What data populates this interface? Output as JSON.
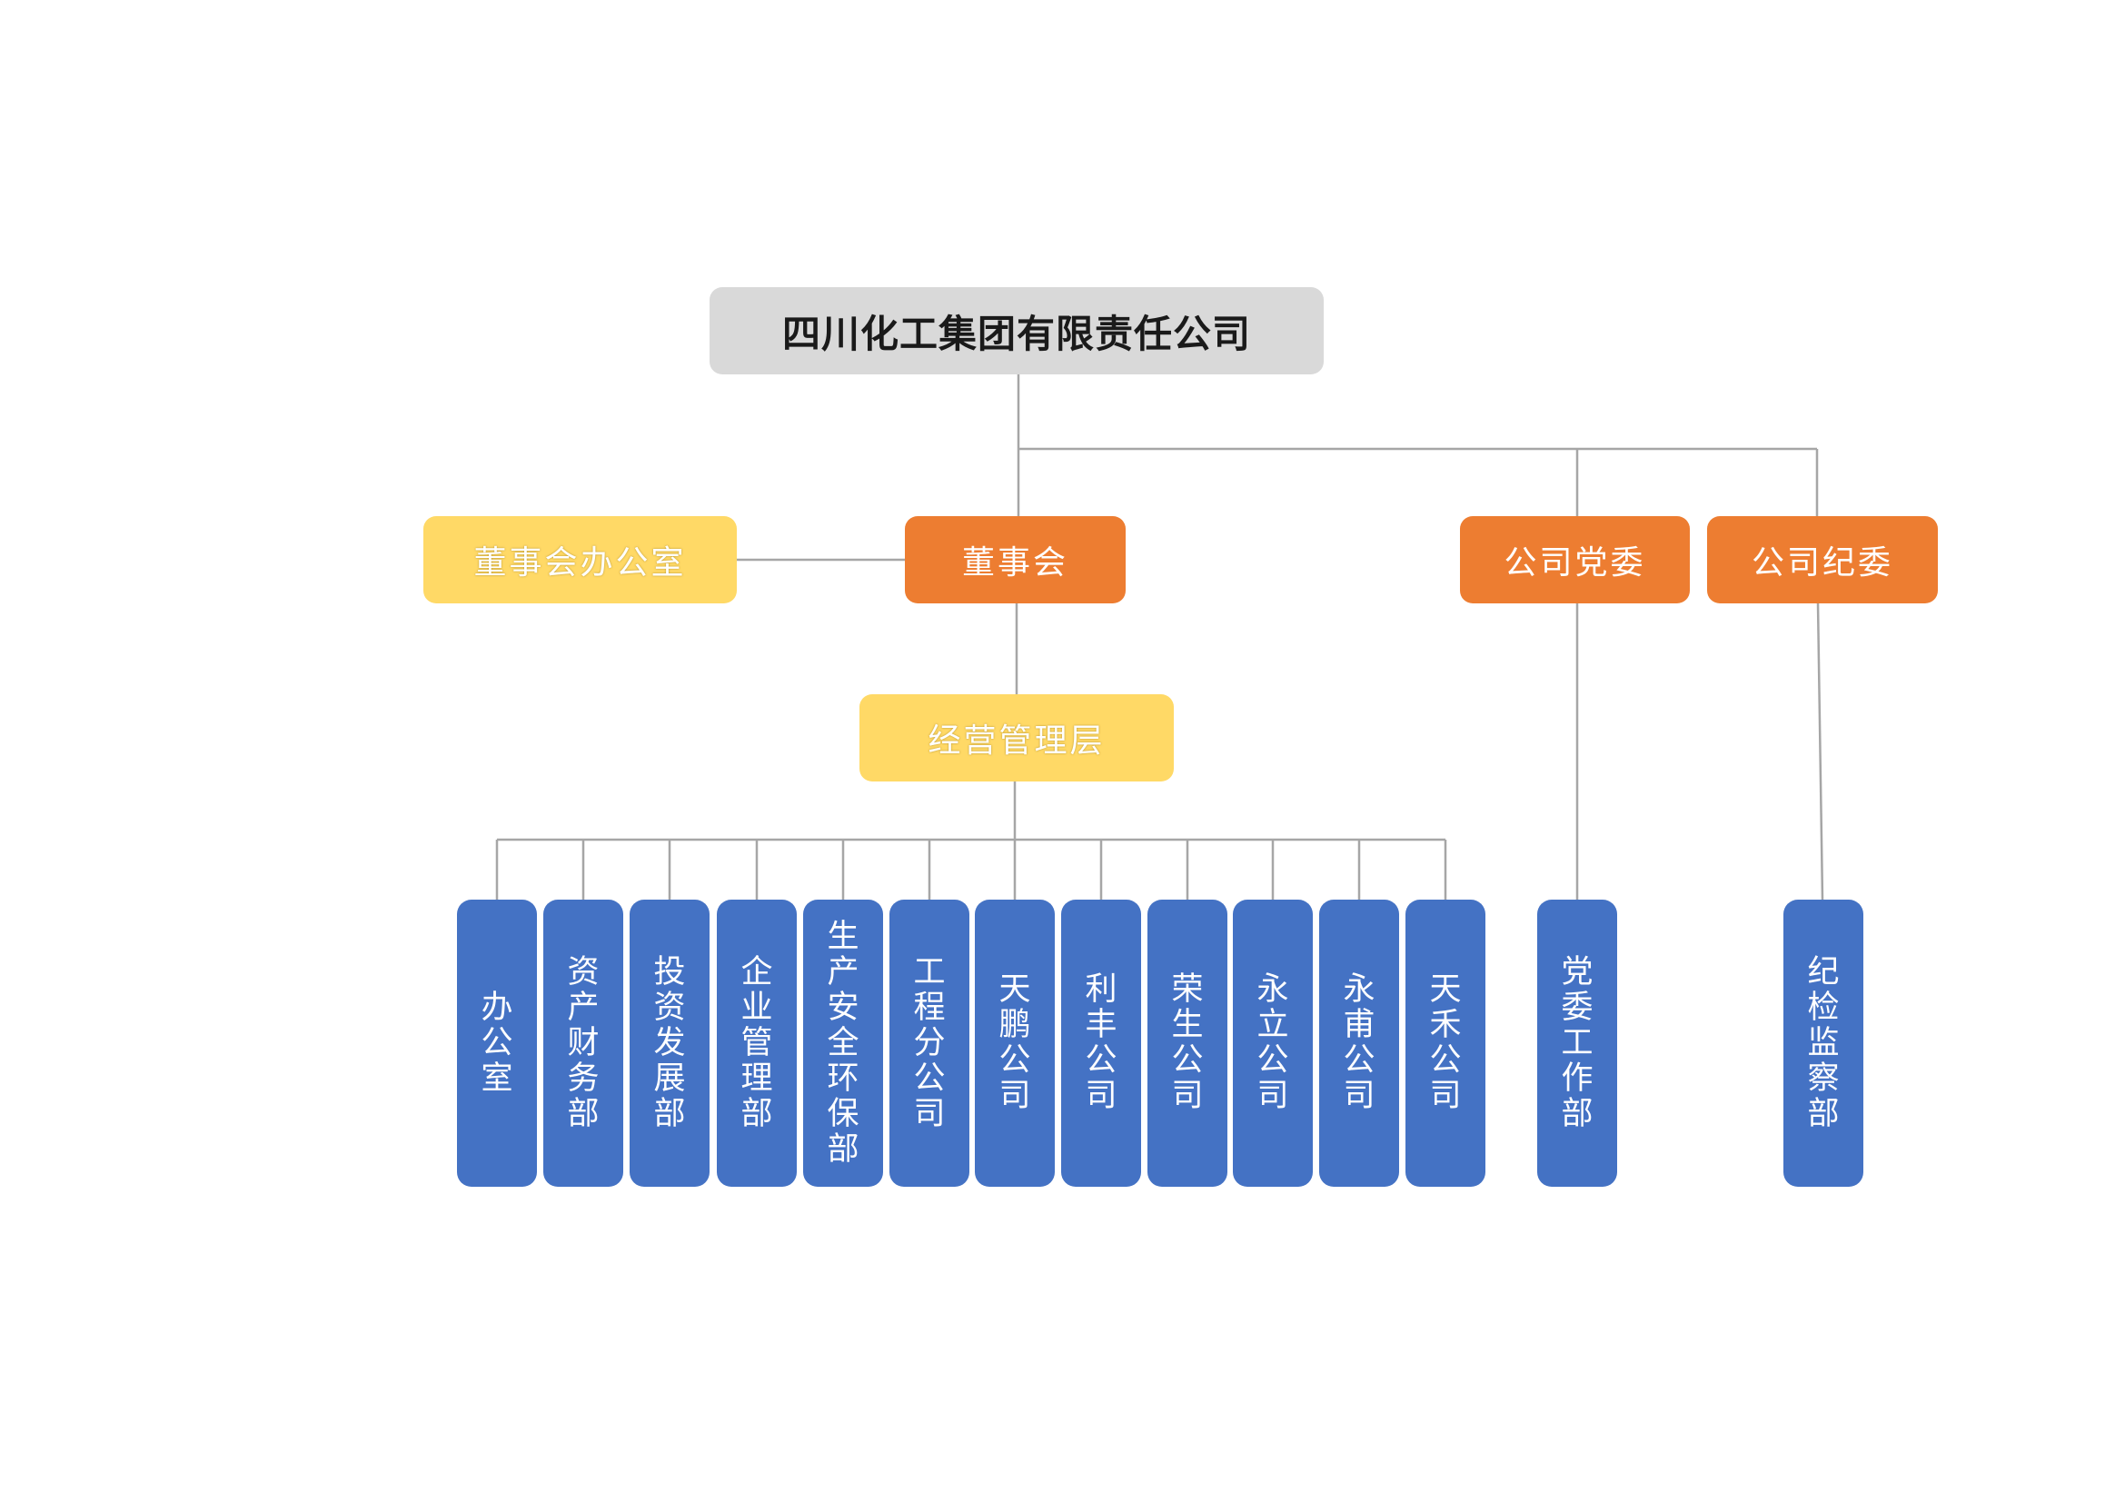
{
  "org": {
    "root": "四川化工集团有限责任公司",
    "board_office": "董事会办公室",
    "board": "董事会",
    "party_committee": "公司党委",
    "discipline_committee": "公司纪委",
    "management": "经营管理层",
    "departments": [
      "办公室",
      "资产财务部",
      "投资发展部",
      "企业管理部",
      "生产安全环保部",
      "工程分公司",
      "天鹏公司",
      "利丰公司",
      "荣生公司",
      "永立公司",
      "永甫公司",
      "天禾公司"
    ],
    "party_department": "党委工作部",
    "discipline_department": "纪检监察部"
  },
  "colors": {
    "root": "#d9d9d9",
    "committee": "#ed7d31",
    "office": "#ffd966",
    "department": "#4472c4",
    "connector": "#a6a6a6"
  }
}
